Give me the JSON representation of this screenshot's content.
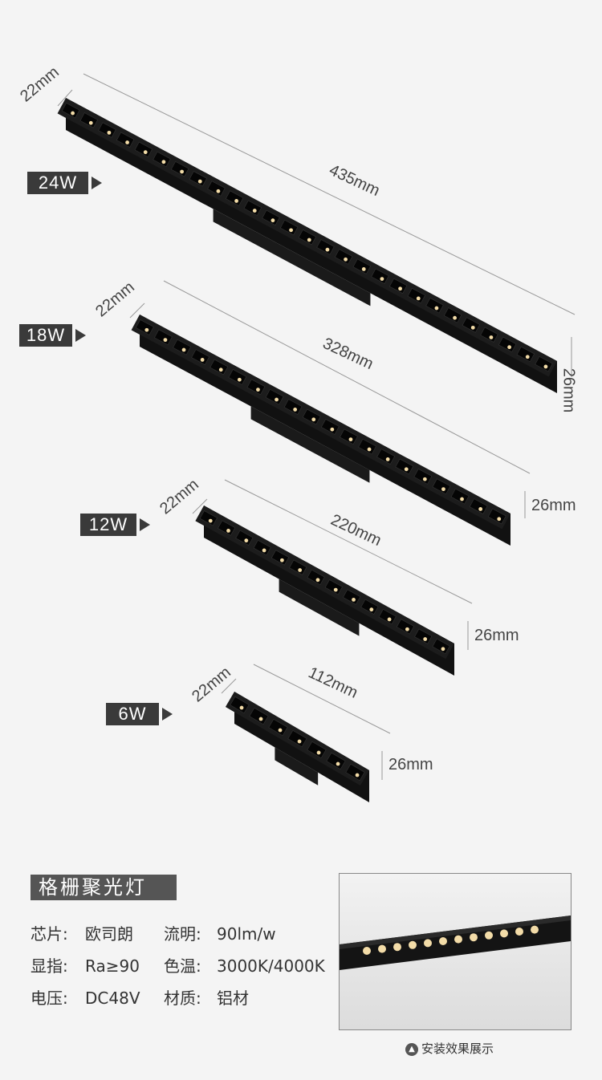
{
  "products": [
    {
      "watt": "24W",
      "length": "435mm",
      "width": "22mm",
      "height": "26mm"
    },
    {
      "watt": "18W",
      "length": "328mm",
      "width": "22mm",
      "height": "26mm"
    },
    {
      "watt": "12W",
      "length": "220mm",
      "width": "22mm",
      "height": "26mm"
    },
    {
      "watt": "6W",
      "length": "112mm",
      "width": "22mm",
      "height": "26mm"
    }
  ],
  "specs": {
    "title": "格栅聚光灯",
    "rows": [
      {
        "k1": "芯片:",
        "v1": "欧司朗",
        "k2": "流明:",
        "v2": "90lm/w"
      },
      {
        "k1": "显指:",
        "v1": "Ra≥90",
        "k2": "色温:",
        "v2": "3000K/4000K"
      },
      {
        "k1": "电压:",
        "v1": "DC48V",
        "k2": "材质:",
        "v2": "铝材"
      }
    ]
  },
  "photo": {
    "caption": "安装效果展示",
    "caption_icon": "triangle-up-icon"
  },
  "colors": {
    "badge": "#3a3a3a",
    "fixture": "#1c1c1c",
    "background": "#f4f4f4",
    "led_warm": "#f3dca8"
  }
}
